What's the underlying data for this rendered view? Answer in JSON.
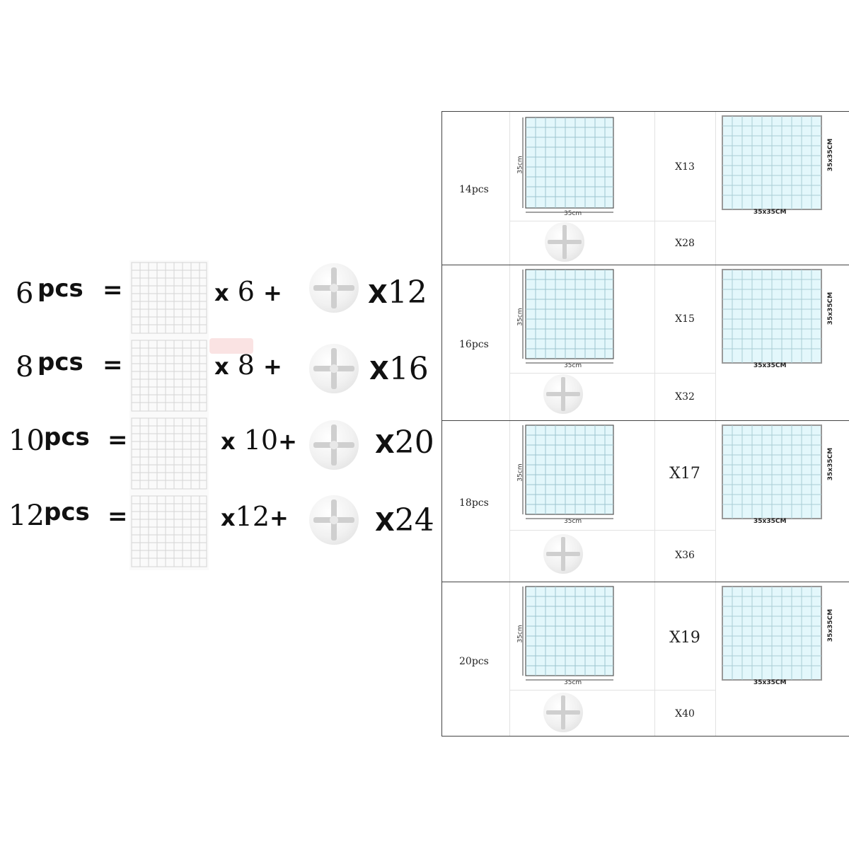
{
  "left": {
    "rows": [
      {
        "num": "6",
        "pcs": "pcs",
        "eq": "=",
        "mult_x": "x",
        "mult_n": "6",
        "plus": "+",
        "conn_x": "X",
        "conn_n": "12"
      },
      {
        "num": "8",
        "pcs": "pcs",
        "eq": "=",
        "mult_x": "x",
        "mult_n": "8",
        "plus": "+",
        "conn_x": "X",
        "conn_n": "16"
      },
      {
        "num": "10",
        "pcs": "pcs",
        "eq": "=",
        "mult_x": "x",
        "mult_n": "10",
        "plus": "+",
        "conn_x": "X",
        "conn_n": "20"
      },
      {
        "num": "12",
        "pcs": "pcs",
        "eq": "=",
        "mult_x": "x",
        "mult_n": "12",
        "plus": "+",
        "conn_x": "X",
        "conn_n": "24"
      }
    ]
  },
  "table": {
    "rows": [
      {
        "pcs": "14pcs",
        "panel_count": "X13",
        "conn_count": "X28",
        "side_dim": "35cm",
        "bottom_dim": "35cm",
        "photo_dim": "35x35CM",
        "photo_side": "35x35CM"
      },
      {
        "pcs": "16pcs",
        "panel_count": "X15",
        "conn_count": "X32",
        "side_dim": "35cm",
        "bottom_dim": "35cm",
        "photo_dim": "35x35CM",
        "photo_side": "35x35CM"
      },
      {
        "pcs": "18pcs",
        "panel_count": "X17",
        "conn_count": "X36",
        "side_dim": "35cm",
        "bottom_dim": "35cm",
        "photo_dim": "35x35CM",
        "photo_side": "35x35CM"
      },
      {
        "pcs": "20pcs",
        "panel_count": "X19",
        "conn_count": "X40",
        "side_dim": "35cm",
        "bottom_dim": "35cm",
        "photo_dim": "35x35CM",
        "photo_side": "35x35CM"
      }
    ]
  },
  "colors": {
    "grid_fill": "#e3f7fb",
    "grid_line": "#8fb8c4",
    "frame": "#444444"
  }
}
